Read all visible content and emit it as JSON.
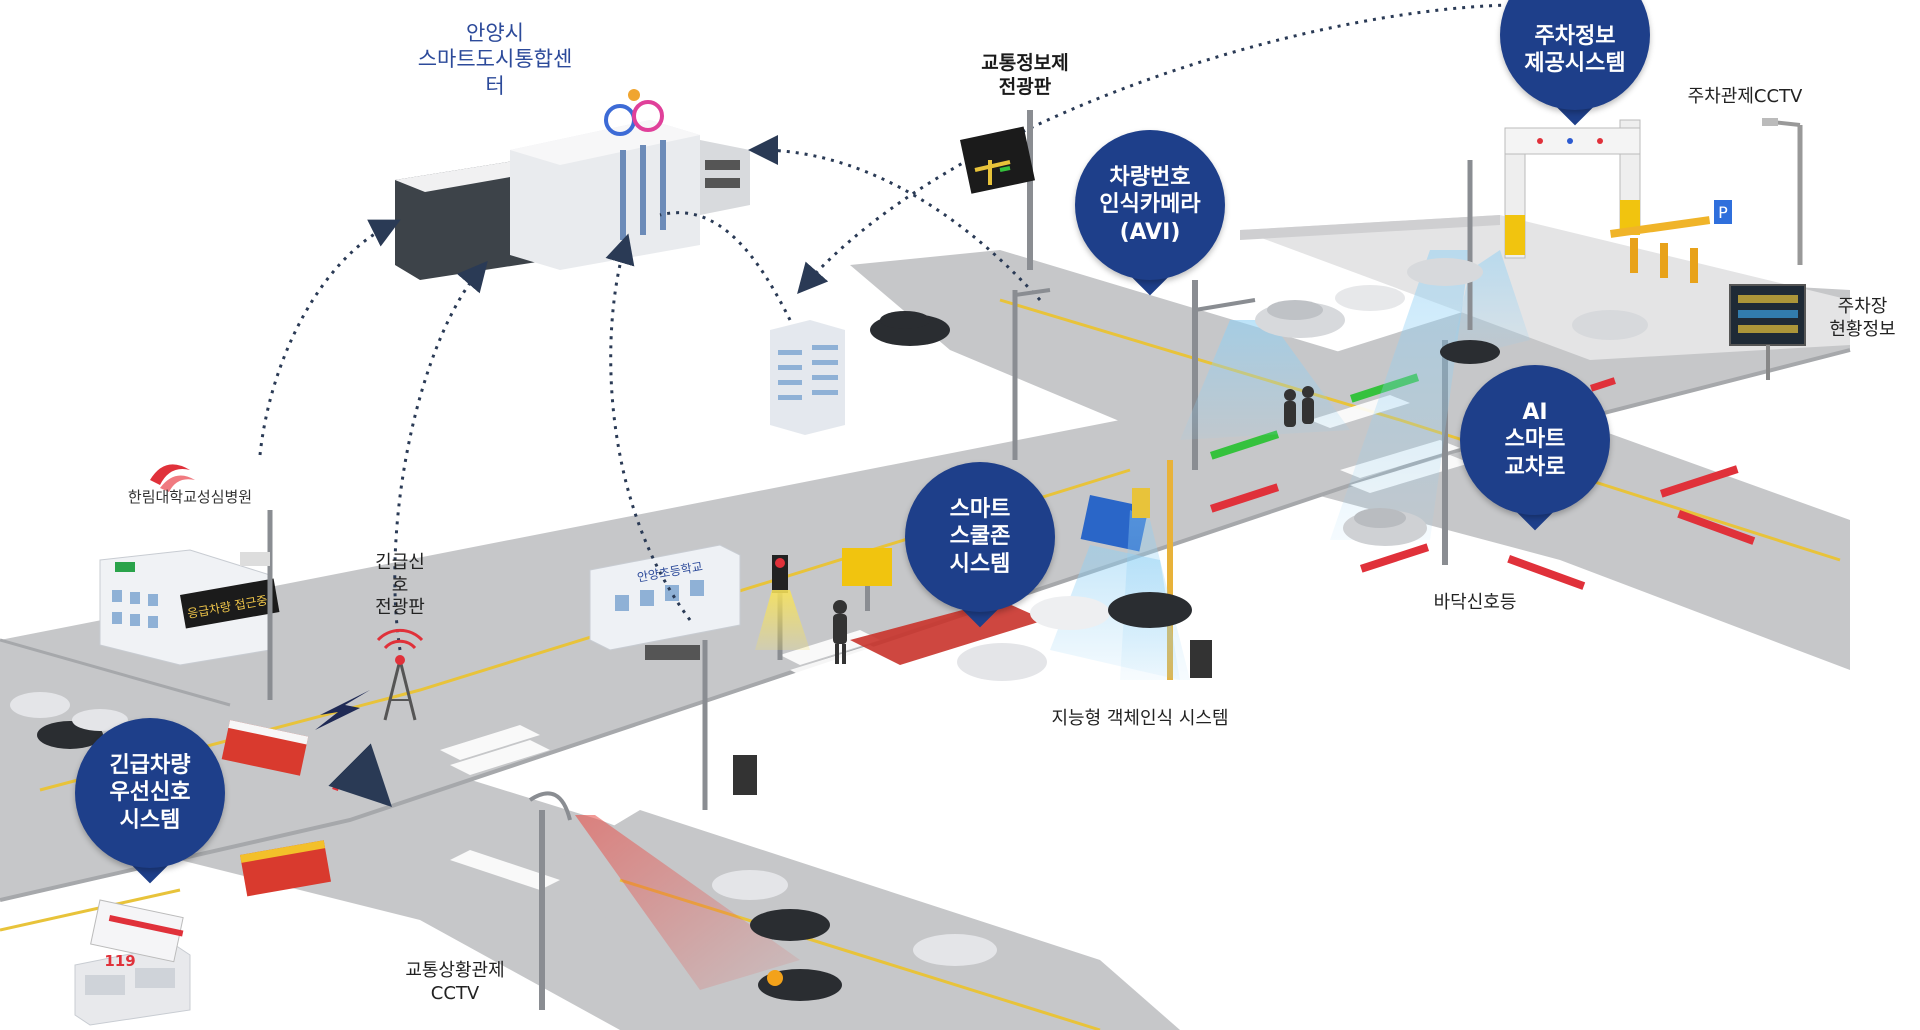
{
  "labels": {
    "center_title": "안양시\n스마트도시통합센\n터",
    "traffic_board": "교통정보제\n전광판",
    "parking_cctv": "주차관제CCTV",
    "parking_status": "주차장\n현황정보",
    "hospital": "한림대학교성심병원",
    "emergency_board": "긴급신\n호\n전광판",
    "floor_signal": "바닥신호등",
    "object_detect": "지능형 객체인식 시스템",
    "traffic_cctv": "교통상황관제\nCCTV",
    "hospital_sign": "응급차량 접근중",
    "school_sign": "안양초등학교",
    "station_119": "119"
  },
  "pins": {
    "parking_info": "주차정보\n제공시스템",
    "avi": "차량번호\n인식카메라\n(AVI)",
    "smart_school": "스마트\n스쿨존\n시스템",
    "ai_cross": "AI\n스마트\n교차로",
    "emergency": "긴급차량\n우선신호\n시스템"
  },
  "colors": {
    "pin": "#1e3f8a",
    "road": "#c9cacc",
    "road_edge": "#a9abae",
    "lane_yellow": "#e8c33a",
    "school_zone": "#c9332b",
    "floor_red": "#e0313a",
    "floor_green": "#35c23d",
    "beam_blue": "#9fd4f2"
  },
  "icons": [
    "connection-arrow-icon",
    "antenna-icon",
    "lightning-icon",
    "parking-p-icon",
    "traffic-light-icon"
  ]
}
